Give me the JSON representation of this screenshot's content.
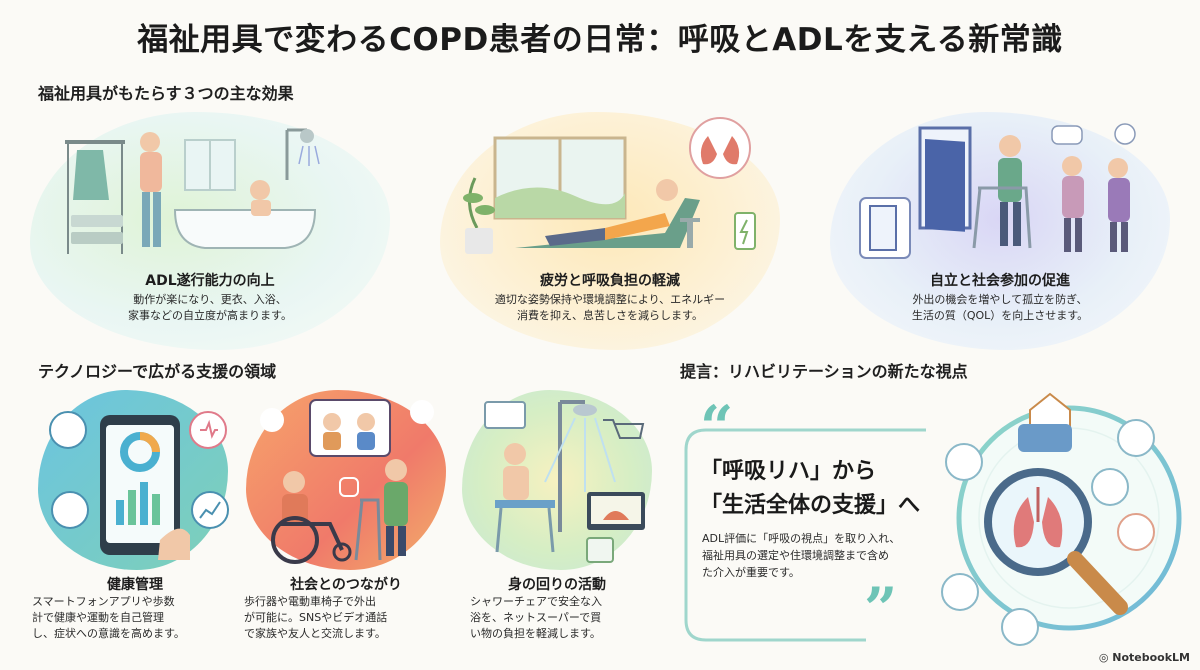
{
  "title": "福祉用具で変わるCOPD患者の日常：呼吸とADLを支える新常識",
  "effects": {
    "heading": "福祉用具がもたらす３つの主な効果",
    "cards": [
      {
        "title": "ADL遂行能力の向上",
        "desc1": "動作が楽になり、更衣、入浴、",
        "desc2": "家事などの自立度が高まります。"
      },
      {
        "title": "疲労と呼吸負担の軽減",
        "desc1": "適切な姿勢保持や環境調整により、エネルギー",
        "desc2": "消費を抑え、息苦しさを減らします。"
      },
      {
        "title": "自立と社会参加の促進",
        "desc1": "外出の機会を増やして孤立を防ぎ、",
        "desc2": "生活の質（QOL）を向上させます。"
      }
    ]
  },
  "tech": {
    "heading": "テクノロジーで広がる支援の領域",
    "items": [
      {
        "title": "健康管理",
        "lines": [
          "スマートフォンアプリや歩数",
          "計で健康や運動を自己管理",
          "し、症状への意識を高めます。"
        ]
      },
      {
        "title": "社会とのつながり",
        "lines": [
          "歩行器や電動車椅子で外出",
          "が可能に。SNSやビデオ通話",
          "で家族や友人と交流します。"
        ]
      },
      {
        "title": "身の回りの活動",
        "lines": [
          "シャワーチェアで安全な入",
          "浴を、ネットスーパーで買",
          "い物の負担を軽減します。"
        ]
      }
    ]
  },
  "proposal": {
    "heading": "提言：リハビリテーションの新たな視点",
    "quote1": "「呼吸リハ」から",
    "quote2": "「生活全体の支援」へ",
    "desc": [
      "ADL評価に「呼吸の視点」を取り入れ、",
      "福祉用具の選定や住環境調整まで含め",
      "た介入が重要です。"
    ]
  },
  "brand": "NotebookLM",
  "colors": {
    "accent_teal": "#6fc7c4",
    "accent_orange": "#f3b35c",
    "accent_purple": "#b9a6e6"
  }
}
